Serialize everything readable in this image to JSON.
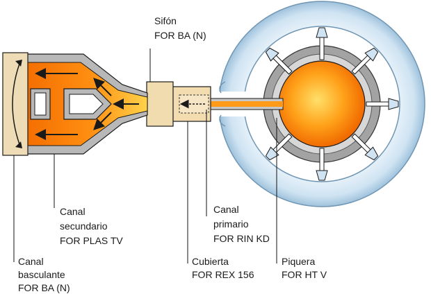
{
  "labels": {
    "sifon": {
      "name": "Sifón",
      "code": "FOR BA (N)"
    },
    "canal_secundario": {
      "name_line1": "Canal",
      "name_line2": "secundario",
      "code": "FOR PLAS TV"
    },
    "canal_basculante": {
      "name_line1": "Canal",
      "name_line2": "basculante",
      "code": "FOR BA (N)"
    },
    "canal_primario": {
      "name_line1": "Canal",
      "name_line2": "primario",
      "code": "FOR RIN KD"
    },
    "cubierta": {
      "name": "Cubierta",
      "code": "FOR REX 156"
    },
    "piquera": {
      "name": "Piquera",
      "code": "FOR HT V"
    }
  },
  "colors": {
    "molten_core": "#ff8a00",
    "molten_hot": "#ffe06a",
    "refractory_ring": "#d9ecf8",
    "refractory_edge": "#8fb6d4",
    "tundish_wall": "#a3a3a3",
    "cover_fill": "#f3dcb0",
    "basculante_fill": "#eedcb6",
    "flow_arrow": "#1a1a1a"
  }
}
